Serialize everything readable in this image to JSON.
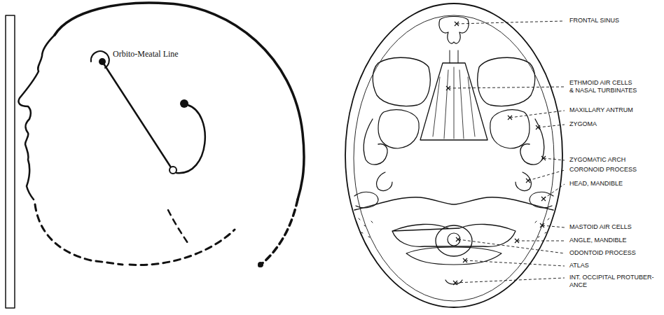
{
  "diagram": {
    "labels": [
      "Orbito-Meatal Line",
      "FRONTAL SINUS",
      "ETHMOID AIR CELLS & NASAL TURBINATES",
      "MAXILLARY ANTRUM",
      "ZYGOMA",
      "ZYGOMATIC ARCH",
      "CORONOID PROCESS",
      "HEAD, MANDIBLE",
      "MASTOID AIR CELLS",
      "ANGLE, MANDIBLE",
      "ODONTOID PROCESS",
      "ATLAS",
      "INT. OCCIPITAL PROTUBER- ANCE"
    ]
  }
}
